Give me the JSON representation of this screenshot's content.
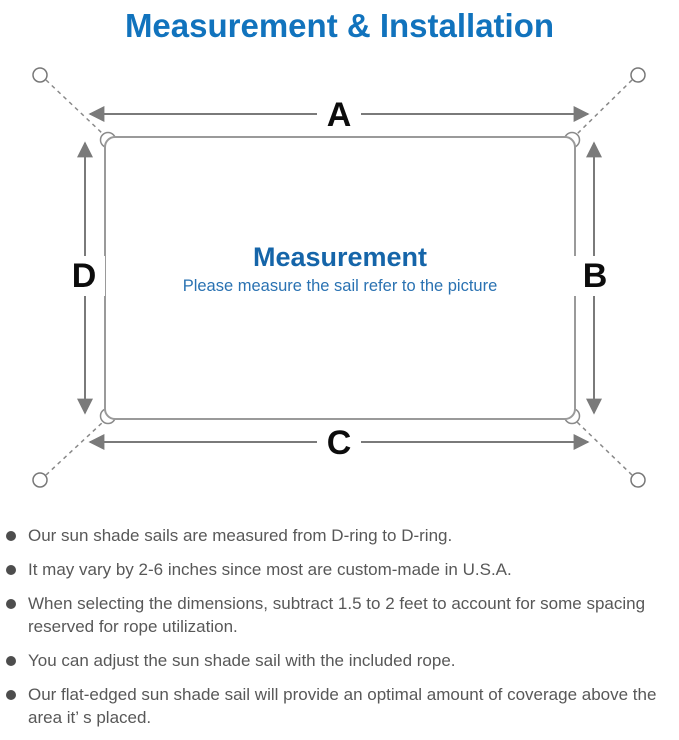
{
  "header": {
    "title": "Measurement & Installation"
  },
  "diagram": {
    "labels": {
      "top": "A",
      "right": "B",
      "bottom": "C",
      "left": "D"
    },
    "center_title": "Measurement",
    "center_subtitle": "Please measure the sail refer to the picture",
    "icons": {
      "corners": "anchor-ring-icon",
      "sail_corners": "d-ring-icon",
      "ropes": "dashed-rope-line",
      "dimensions": "double-arrow-line"
    }
  },
  "notes": {
    "items": [
      "Our sun shade sails are measured from D-ring to D-ring.",
      "It may vary by 2-6 inches since most are custom-made in U.S.A.",
      "When selecting the dimensions, subtract 1.5 to 2 feet to account for some spacing reserved for rope utilization.",
      "You can adjust the sun shade sail with the included rope.",
      "Our flat-edged sun shade sail will provide an optimal amount of coverage above the area it’ s placed."
    ]
  },
  "colors": {
    "title_blue": "#1173bd",
    "center_blue": "#1565a9",
    "subtitle_blue": "#2a72b2",
    "line_gray": "#7a7a7a",
    "sail_gray": "#9a9a9a",
    "text_gray": "#585858",
    "label_black": "#0c0c0c"
  }
}
